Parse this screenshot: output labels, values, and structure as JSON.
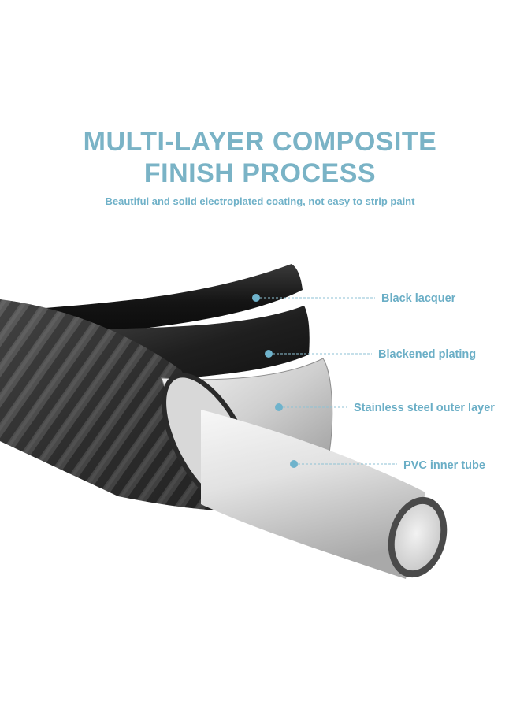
{
  "header": {
    "title_line_1": "MULTI-LAYER COMPOSITE",
    "title_line_2": "FINISH PROCESS",
    "subtitle": "Beautiful and solid electroplated coating, not easy to strip paint"
  },
  "layers": [
    {
      "label": "Black lacquer"
    },
    {
      "label": "Blackened plating"
    },
    {
      "label": "Stainless steel outer layer"
    },
    {
      "label": "PVC inner tube"
    }
  ],
  "colors": {
    "title": "#7ab3c6",
    "subtitle": "#6fb1c8",
    "callout_text": "#6aaec6",
    "callout_dot": "#6fb3cc",
    "callout_line": "#8ec2d4",
    "lacquer": "#1c1c1c",
    "plating": "#2b2b2b",
    "steel": "#d9d9d9",
    "pvc": "#e6e6e6",
    "pvc_rim": "#4a4a4a"
  }
}
